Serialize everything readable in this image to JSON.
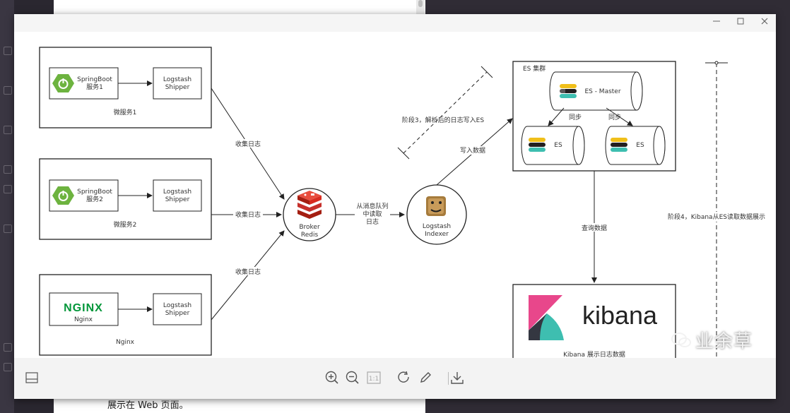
{
  "window": {
    "minimize": "—",
    "maximize": "▢",
    "close": "✕"
  },
  "background": {
    "text_top": "",
    "text_bottom": "展示在 Web 页面。"
  },
  "diagram": {
    "microservice1": {
      "group_label": "微服务1",
      "springboot_label": "SpringBoot",
      "service_label": "服务1",
      "logstash_line1": "Logstash",
      "logstash_line2": "Shipper"
    },
    "microservice2": {
      "group_label": "微服务2",
      "springboot_label": "SpringBoot",
      "service_label": "服务2",
      "logstash_line1": "Logstash",
      "logstash_line2": "Shipper"
    },
    "nginx_group": {
      "group_label": "Nginx",
      "logo_text": "NGINX",
      "nginx_label": "Nginx",
      "logstash_line1": "Logstash",
      "logstash_line2": "Shipper"
    },
    "edge_collect_1": "收集日志",
    "edge_collect_2": "收集日志",
    "edge_collect_3": "收集日志",
    "broker": {
      "line1": "Broker",
      "line2": "Redis"
    },
    "edge_read_line1": "从消息队列",
    "edge_read_line2": "中读取",
    "edge_read_line3": "日志",
    "indexer": {
      "line1": "Logstash",
      "line2": "Indexer"
    },
    "edge_write": "写入数据",
    "stage3_label": "阶段3，解析后的日志写入ES",
    "es_cluster": {
      "title": "ES 集群",
      "master_label": "ES  - Master",
      "node1_label": "ES",
      "node2_label": "ES",
      "sync1": "同步",
      "sync2": "同步"
    },
    "edge_query": "查询数据",
    "kibana": {
      "logo_text": "kibana",
      "caption": "Kibana 展示日志数据"
    },
    "stage4_label": "阶段4，Kibana从ES读取数据展示"
  },
  "watermark": {
    "text": "业余草"
  },
  "toolbar": {
    "zoom_in": "zoom-in",
    "zoom_out": "zoom-out",
    "actual_size": "1:1",
    "rotate": "rotate",
    "edit": "edit",
    "download": "download"
  },
  "colors": {
    "spring_green": "#6db33f",
    "nginx_green": "#009639",
    "redis_red": "#d82c20",
    "kibana_pink": "#e8478b",
    "kibana_teal": "#3ebeb0",
    "es_yellow": "#f0bf1a",
    "es_teal": "#3ebeb0",
    "es_dark": "#231f20"
  }
}
